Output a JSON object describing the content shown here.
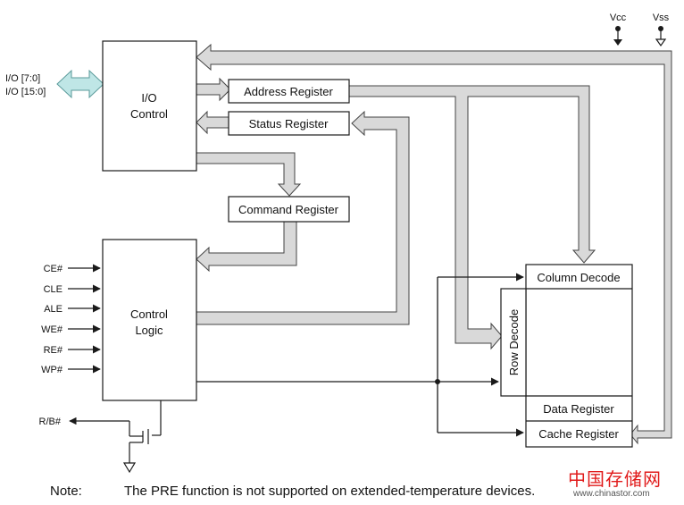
{
  "blocks": {
    "io_control": "I/O\nControl",
    "address_register": "Address Register",
    "status_register": "Status Register",
    "command_register": "Command Register",
    "control_logic": "Control\nLogic",
    "column_decode": "Column Decode",
    "row_decode": "Row Decode",
    "data_register": "Data Register",
    "cache_register": "Cache Register"
  },
  "io_bus": {
    "line1": "I/O [7:0]",
    "line2": "I/O [15:0]"
  },
  "power": {
    "vcc": "Vcc",
    "vss": "Vss"
  },
  "control_pins": [
    "CE#",
    "CLE",
    "ALE",
    "WE#",
    "RE#",
    "WP#"
  ],
  "rb_pin": "R/B#",
  "note": {
    "label": "Note:",
    "text": "The PRE function is not supported on extended-temperature devices."
  },
  "watermark": {
    "chinese": "中国存储网",
    "url": "www.chinastor.com"
  },
  "colors": {
    "bus_fill": "#d9d9d9",
    "io_arrow_fill": "#bfe6e6",
    "line": "#1a1a1a",
    "watermark": "#e11b1b"
  }
}
